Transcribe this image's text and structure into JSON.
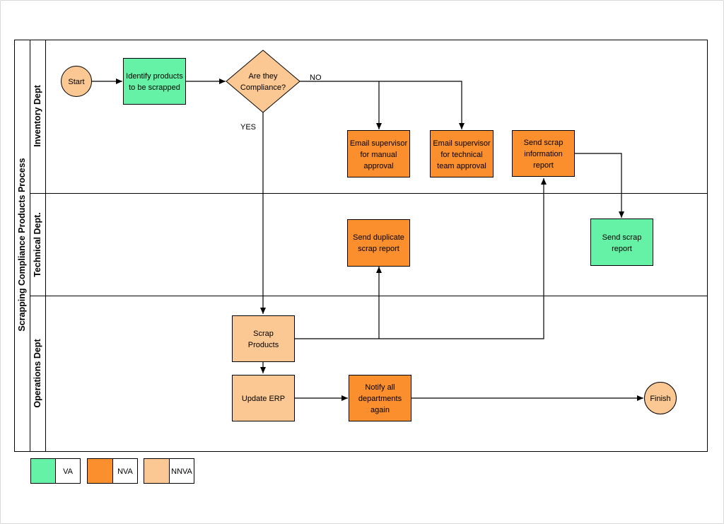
{
  "pool": {
    "title": "Scrapping Compliance Products Process"
  },
  "lanes": {
    "inventory": "Inventory Dept",
    "technical": "Technical Dept.",
    "operations": "Operations Dept"
  },
  "colors": {
    "va": "#66f2a6",
    "nva": "#fb8f2d",
    "nnva": "#fbc893"
  },
  "nodes": {
    "start": {
      "text": "Start"
    },
    "identify": {
      "line1": "Identify products",
      "line2": "to be scrapped"
    },
    "decision": {
      "line1": "Are they",
      "line2": "Compliance?"
    },
    "email_manual": {
      "line1": "Email supervisor",
      "line2": "for manual",
      "line3": "approval"
    },
    "email_technical": {
      "line1": "Email supervisor",
      "line2": "for technical",
      "line3": "team approval"
    },
    "send_info": {
      "line1": "Send scrap",
      "line2": "information",
      "line3": "report"
    },
    "send_duplicate": {
      "line1": "Send duplicate",
      "line2": "scrap report"
    },
    "send_scrap": {
      "line1": "Send scrap",
      "line2": "report"
    },
    "scrap_products": {
      "line1": "Scrap",
      "line2": "Products"
    },
    "update_erp": {
      "text": "Update ERP"
    },
    "notify": {
      "line1": "Notify all",
      "line2": "departments",
      "line3": "again"
    },
    "finish": {
      "text": "Finish"
    }
  },
  "edges": {
    "no_label": "NO",
    "yes_label": "YES"
  },
  "legend": {
    "va": "VA",
    "nva": "NVA",
    "nnva": "NNVA"
  }
}
